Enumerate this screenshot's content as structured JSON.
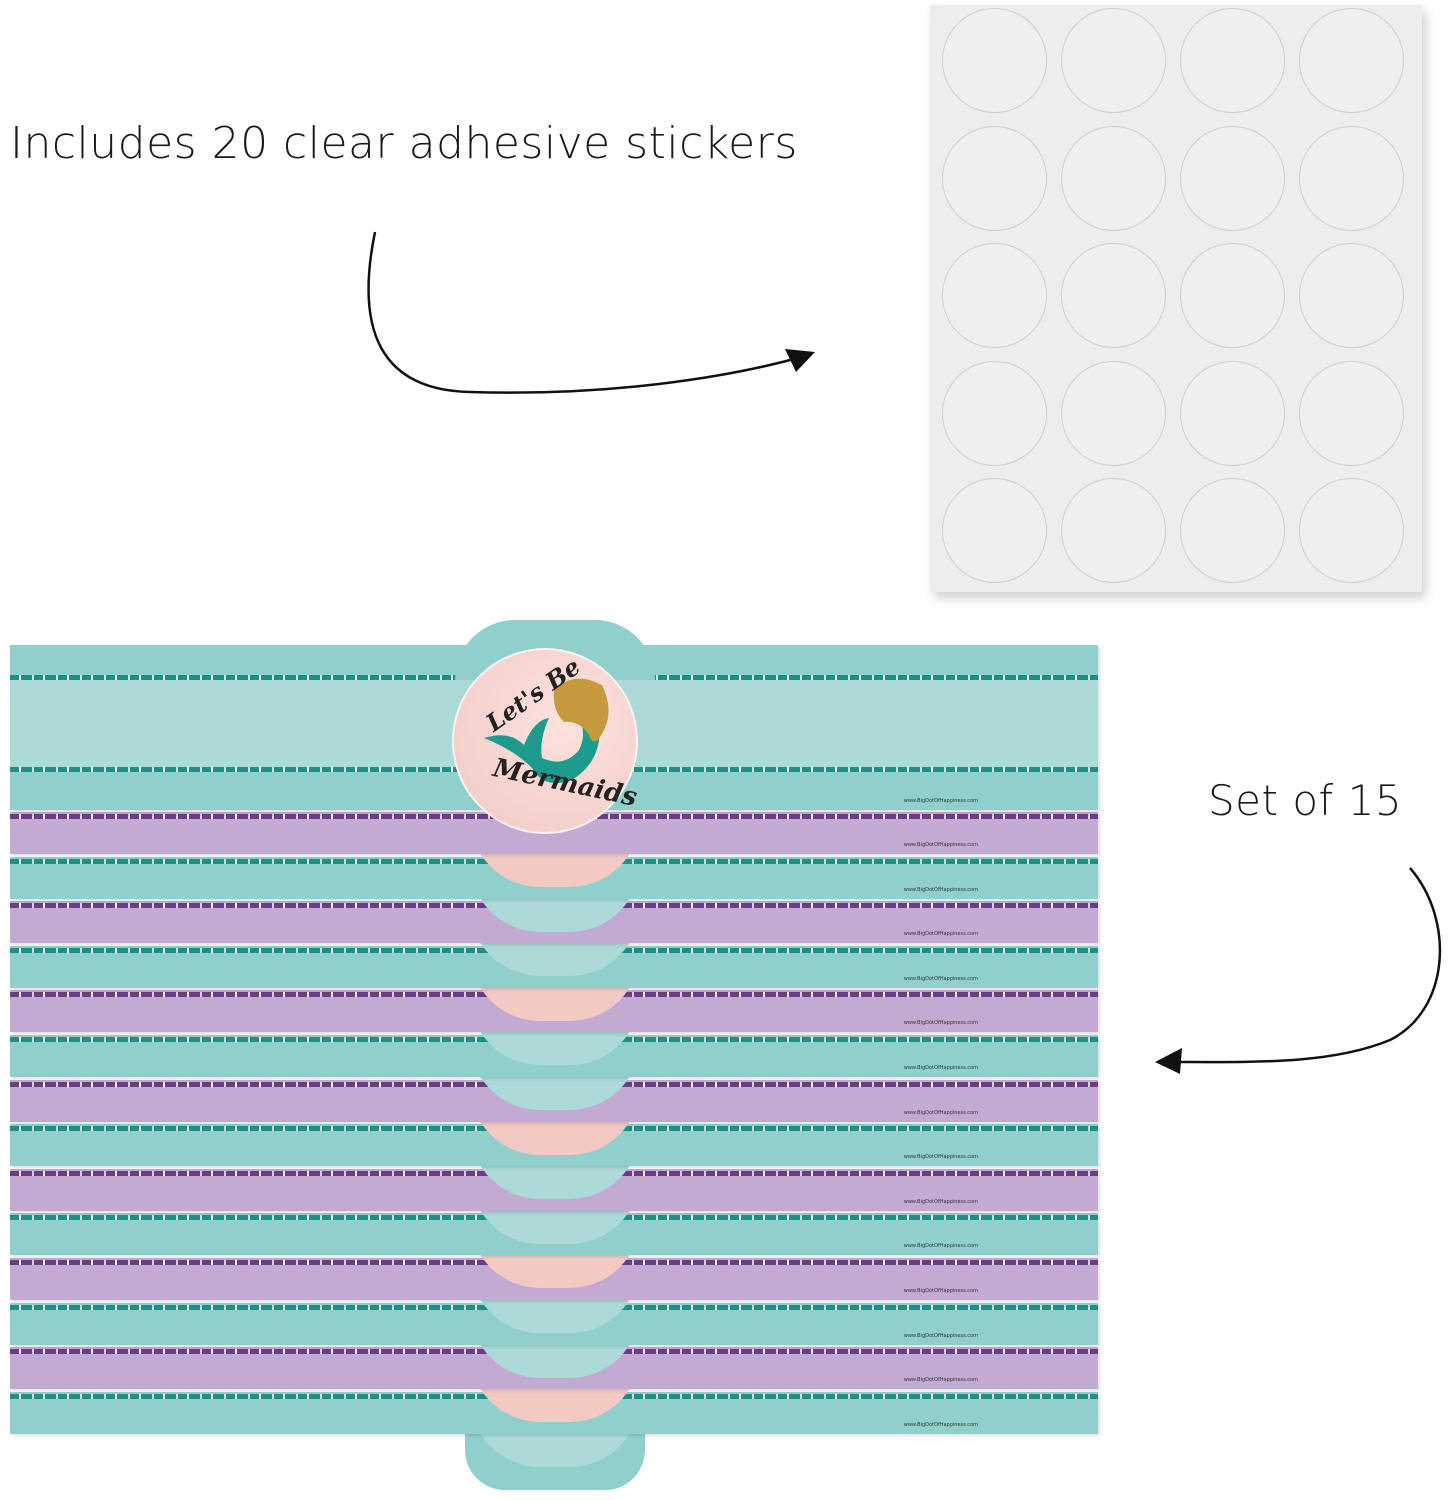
{
  "captions": {
    "stickers": "Includes 20 clear adhesive stickers",
    "set": "Set of 15"
  },
  "sticker_sheet": {
    "count": 20,
    "columns": 4,
    "rows": 5
  },
  "wrappers": {
    "count": 15,
    "badge_line1": "Let's Be",
    "badge_line2": "Mermaids",
    "url": "www.BigDotOfHappiness.com",
    "colors": {
      "teal": "#8fd0cc",
      "teal_light": "#acdad8",
      "purple": "#c2aad3",
      "glitter_teal": "#1d8f83",
      "glitter_purple": "#6b3c86",
      "pink": "#f2c9c3",
      "gold": "#c59a3c"
    }
  }
}
